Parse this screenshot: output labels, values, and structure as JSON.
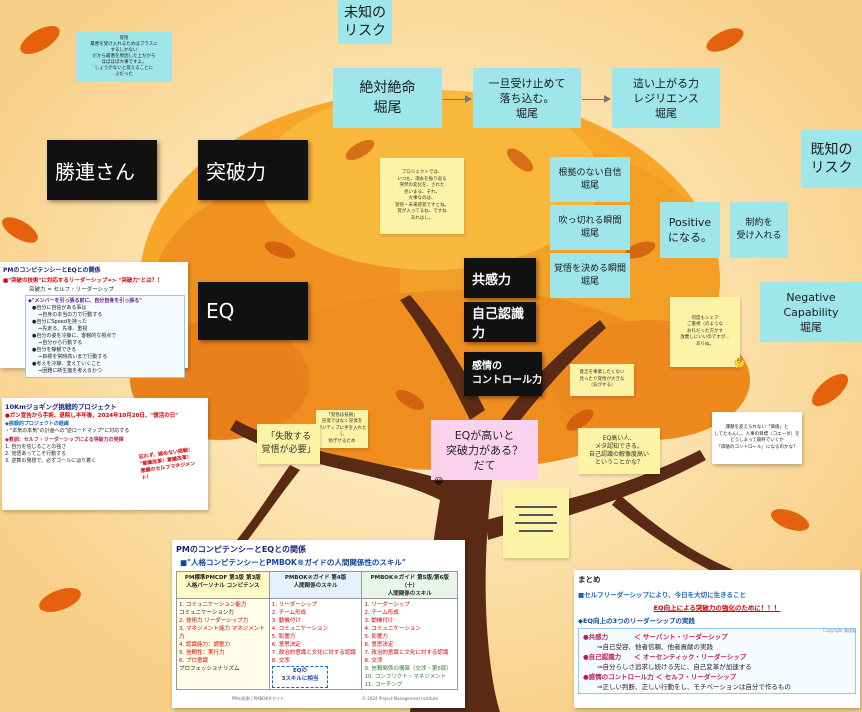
{
  "stickies": {
    "michi_no_risk": "未知の\nリスク",
    "kichi_no_risk": "既知の\nリスク",
    "zettai": "絶対絶命\n堀尾",
    "ittan": "一旦受け止めて\n落ち込む。\n堀尾",
    "haiagaru": "這い上がる力\nレジリエンス\n堀尾",
    "konkyo": "根拠のない自信\n堀尾",
    "fukkireru": "吹っ切れる瞬間\n堀尾",
    "kakugo_kimeru": "覚悟を決める瞬間\n堀尾",
    "positive": "Positive\nになる。",
    "seiyaku": "制約を\n受け入れる",
    "negative": "Negative\nCapability\n堀尾",
    "note_topleft": "覚悟\n最悪を受け入れるためはプラスに\nするしかない\nだから最悪を原因した上だから\nほぼほぼ大事ですよ。\nしょうがないと覚えることに\nぶだった",
    "note_project": "プロジェクトでは、\nいつも、須永を振り返る\n突然の変化を、された\n見いまる、それ、\n大事なのは、\n覚悟・未来感覚ですとね。\n覚が入ってるね、ですね\nあれはし。",
    "note_kakugo_small": "「覚悟は技術」\n逆境ではなく逆境を\nポジティブに手を入れたし\n防ぎせるため",
    "note_doryoku": "貧乏を事業したくない\n見ったり覚悟が大きな\n（気がする）",
    "note_tsune": "何度もシェア\nご重視（のような\nお礼だった方がす\n放棄しにいいのですが…\nありぬ。",
    "note_eq_takai": "EQ高い人、\nメタ認知できる。\n自己認識の解像度高い\nということかな？",
    "note_right_white": "課題を変えられない「価値」と\nしてたもんし、人事の目標（コエーダ）を\nどうしまって最終でいくか\n「価値のコントロール」になるのかな？",
    "shippai": "「失敗する\n覚悟が必要」",
    "eq_takai_pink": "EQが高いと\n突破力がある？\nだて"
  },
  "black_boxes": {
    "kachiren": "勝連さん",
    "toppa": "突破力",
    "eq": "EQ",
    "kyokan": "共感力",
    "jiko": "自己認識力",
    "kanjou": "感情の\nコントロール力"
  },
  "slide_pm_eq": {
    "title": "PMのコンピテンシーとEQとの関係",
    "q": "■\"突破の技術\"に対応するリーダーシップ=> \"突破力\"とは？！",
    "sub": "突破力 = セルフ・リーダーシップ",
    "bullets": [
      "◆\"メンバーを引っ張る前に、自分自身を引っ張る\"",
      "●自分に自信がある事は",
      "⇒自身の本当の力で行動する",
      "●自分にSpeedを持った",
      "⇒先走る、先導、重視",
      "●自分の姿を冷静に、客観的な視点で",
      "⇒自分から行動する",
      "●自分を静観できる",
      "⇒目標を常時高いまで行動する",
      "●考えを冷静、変えていくこと",
      "⇒困難に新生面を考えるかつ"
    ]
  },
  "slide_10km": {
    "title": "10Kmジョギング挑戦的プロジェクト",
    "sub": "●ガン宣告から手術、退院し半年後、2024年10月20日、\"復活の日\"",
    "body1": "◆挑戦的プロジェクトの経緯",
    "body2": "・\"本気の本気\"の計画への\"逆ロードマップ\"に対応する",
    "body3": "◆教訓：セルフ・リーダーシップによる突破力の発揮",
    "body4": "1. 自分を信じることの強さ",
    "body5": "2. 覚悟あってこそ行動する",
    "body6": "3. 逆算の発想で、必ずゴールに辿り着く",
    "stamp": "忘れず、諦めない挑戦！\n\"意識改革！意識改革！\n意識のセルフマネジメント！"
  },
  "slide_pmbok": {
    "title": "PMのコンピテンシーとEQとの関係",
    "subtitle": "■\"人格コンピテンシーとPMBOK®ガイドの人間関係性のスキル\"",
    "col1_header": "PM標準PMCDF 第3版 第3版\n人格パーソナル コンピテンス",
    "col2_header": "PMBOK®ガイド 第4版\n人間関係のスキル",
    "col3_header": "PMBOK®ガイド 第5版/第6版（十）\n人間関係のスキル",
    "col1": [
      "1. コミュニケーション能力",
      "コミュニケーション力",
      "2. 技術力 リーダーシップ力",
      "3. マネジメント能力 マネジメント力",
      "4. 認識能力：調整力",
      "5. 信頼性：実行力",
      "6. プロ意識",
      "プロフェッショナリズム"
    ],
    "col2": [
      "1. リーダーシップ",
      "2. チーム形成",
      "3. 動機付け",
      "4. コミュニケーション",
      "5. 影響力",
      "6. 意思決定",
      "7. 政治的意識と文化に対する認識",
      "8. 交渉"
    ],
    "col3": [
      "1. リーダーシップ",
      "2. チーム形成",
      "3. 動機付け",
      "4. コミュニケーション",
      "5. 影響力",
      "6. 意思決定",
      "7. 政治的意識と文化に対する認識",
      "8. 交渉",
      "9. 信頼関係の構築（交渉・第6版）",
      "10. コンフリクト・マネジメント",
      "11. コーチング"
    ],
    "eq_box": "EQの\n3スキルに相当",
    "footer_left": "PMの役割 / PMBOK®ガイド",
    "footer_right": "© 2024 Project Management Institute"
  },
  "slide_matome": {
    "title": "まとめ",
    "l1": "■セルフリーダーシップにより、今日を大切に生きること",
    "l2": "EQ向上による突破力の強化のために！！！",
    "l3": "◆EQ向上の3つのリーダーシップの実践",
    "i1": "●共感力　　　　＜ サーバント・リーダーシップ",
    "i1b": "⇒自己受容、他者信頼、他者貢献の実践",
    "i2": "●自己認識力　　＜ オーセンティック・リーダーシップ",
    "i2b": "⇒自分らしさ追求し続ける先に、自己変革が加速する",
    "i3": "●感情のコントロール力 ＜ セルフ・リーダーシップ",
    "i3b": "⇒正しい判断、正しい行動をし、モチベーションは自分で作るもの",
    "footer": "Copyright 勝連誠"
  },
  "colors": {
    "cyan": "#9ee6ea",
    "yellow": "#fdf3a6",
    "black": "#111111",
    "pink": "#fbd3ef",
    "accent_red": "#d50000"
  }
}
